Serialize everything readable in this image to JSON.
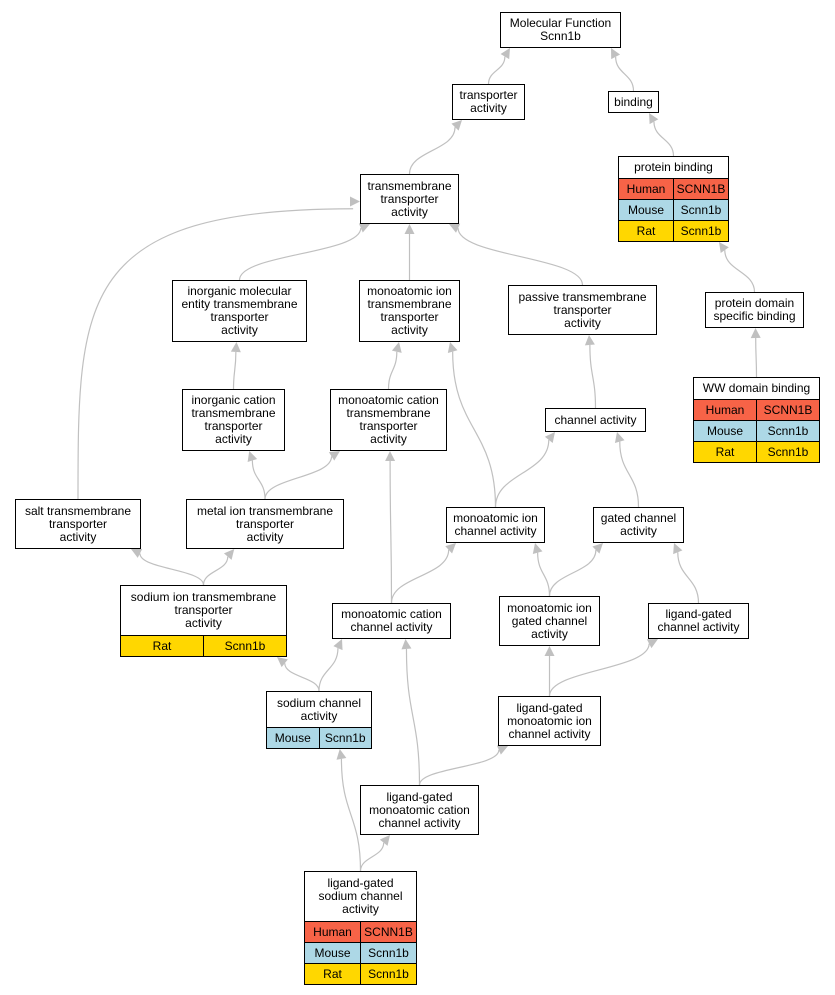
{
  "diagram": {
    "colors": {
      "edge": "#c0c0c0",
      "Human": "#f76347",
      "Mouse": "#add8e6",
      "Rat": "#ffd700"
    },
    "nodes": [
      {
        "id": "molecular-function",
        "lines": [
          "Molecular Function",
          "Scnn1b"
        ],
        "species": []
      },
      {
        "id": "transporter-activity",
        "lines": [
          "transporter",
          "activity"
        ],
        "species": []
      },
      {
        "id": "binding",
        "lines": [
          "binding"
        ],
        "species": []
      },
      {
        "id": "protein-binding",
        "lines": [
          "protein binding"
        ],
        "species": [
          [
            "Human",
            "SCNN1B"
          ],
          [
            "Mouse",
            "Scnn1b"
          ],
          [
            "Rat",
            "Scnn1b"
          ]
        ]
      },
      {
        "id": "transmembrane-transporter-activity",
        "lines": [
          "transmembrane",
          "transporter",
          "activity"
        ],
        "species": []
      },
      {
        "id": "inorganic-molecular-entity-tm-transporter",
        "lines": [
          "inorganic molecular",
          "entity transmembrane",
          "transporter",
          "activity"
        ],
        "species": []
      },
      {
        "id": "monoatomic-ion-tm-transporter",
        "lines": [
          "monoatomic ion",
          "transmembrane",
          "transporter",
          "activity"
        ],
        "species": []
      },
      {
        "id": "passive-tm-transporter",
        "lines": [
          "passive transmembrane",
          "transporter",
          "activity"
        ],
        "species": []
      },
      {
        "id": "protein-domain-specific-binding",
        "lines": [
          "protein domain",
          "specific binding"
        ],
        "species": []
      },
      {
        "id": "ww-domain-binding",
        "lines": [
          "WW domain binding"
        ],
        "species": [
          [
            "Human",
            "SCNN1B"
          ],
          [
            "Mouse",
            "Scnn1b"
          ],
          [
            "Rat",
            "Scnn1b"
          ]
        ]
      },
      {
        "id": "inorganic-cation-tm-transporter",
        "lines": [
          "inorganic cation",
          "transmembrane",
          "transporter",
          "activity"
        ],
        "species": []
      },
      {
        "id": "monoatomic-cation-tm-transporter",
        "lines": [
          "monoatomic cation",
          "transmembrane",
          "transporter",
          "activity"
        ],
        "species": []
      },
      {
        "id": "channel-activity",
        "lines": [
          "channel activity"
        ],
        "species": []
      },
      {
        "id": "salt-tm-transporter",
        "lines": [
          "salt transmembrane",
          "transporter",
          "activity"
        ],
        "species": []
      },
      {
        "id": "metal-ion-tm-transporter",
        "lines": [
          "metal ion transmembrane",
          "transporter",
          "activity"
        ],
        "species": []
      },
      {
        "id": "monoatomic-ion-channel",
        "lines": [
          "monoatomic ion",
          "channel activity"
        ],
        "species": []
      },
      {
        "id": "gated-channel",
        "lines": [
          "gated channel",
          "activity"
        ],
        "species": []
      },
      {
        "id": "sodium-ion-tm-transporter",
        "lines": [
          "sodium ion transmembrane",
          "transporter",
          "activity"
        ],
        "species": [
          [
            "Rat",
            "Scnn1b"
          ]
        ]
      },
      {
        "id": "monoatomic-cation-channel",
        "lines": [
          "monoatomic cation",
          "channel activity"
        ],
        "species": []
      },
      {
        "id": "monoatomic-ion-gated-channel",
        "lines": [
          "monoatomic ion",
          "gated channel",
          "activity"
        ],
        "species": []
      },
      {
        "id": "ligand-gated-channel",
        "lines": [
          "ligand-gated",
          "channel activity"
        ],
        "species": []
      },
      {
        "id": "sodium-channel",
        "lines": [
          "sodium channel",
          "activity"
        ],
        "species": [
          [
            "Mouse",
            "Scnn1b"
          ]
        ]
      },
      {
        "id": "ligand-gated-monoatomic-ion-channel",
        "lines": [
          "ligand-gated",
          "monoatomic ion",
          "channel activity"
        ],
        "species": []
      },
      {
        "id": "ligand-gated-monoatomic-cation-channel",
        "lines": [
          "ligand-gated",
          "monoatomic cation",
          "channel activity"
        ],
        "species": []
      },
      {
        "id": "ligand-gated-sodium-channel",
        "lines": [
          "ligand-gated",
          "sodium channel",
          "activity"
        ],
        "species": [
          [
            "Human",
            "SCNN1B"
          ],
          [
            "Mouse",
            "Scnn1b"
          ],
          [
            "Rat",
            "Scnn1b"
          ]
        ]
      }
    ],
    "edges": [
      [
        "transporter-activity",
        "molecular-function"
      ],
      [
        "binding",
        "molecular-function"
      ],
      [
        "protein-binding",
        "binding"
      ],
      [
        "transmembrane-transporter-activity",
        "transporter-activity"
      ],
      [
        "inorganic-molecular-entity-tm-transporter",
        "transmembrane-transporter-activity"
      ],
      [
        "monoatomic-ion-tm-transporter",
        "transmembrane-transporter-activity"
      ],
      [
        "passive-tm-transporter",
        "transmembrane-transporter-activity"
      ],
      [
        "salt-tm-transporter",
        "transmembrane-transporter-activity"
      ],
      [
        "protein-domain-specific-binding",
        "protein-binding"
      ],
      [
        "ww-domain-binding",
        "protein-domain-specific-binding"
      ],
      [
        "inorganic-cation-tm-transporter",
        "inorganic-molecular-entity-tm-transporter"
      ],
      [
        "monoatomic-cation-tm-transporter",
        "monoatomic-ion-tm-transporter"
      ],
      [
        "monoatomic-ion-channel",
        "monoatomic-ion-tm-transporter"
      ],
      [
        "channel-activity",
        "passive-tm-transporter"
      ],
      [
        "metal-ion-tm-transporter",
        "inorganic-cation-tm-transporter"
      ],
      [
        "metal-ion-tm-transporter",
        "monoatomic-cation-tm-transporter"
      ],
      [
        "monoatomic-cation-channel",
        "monoatomic-cation-tm-transporter"
      ],
      [
        "monoatomic-ion-channel",
        "channel-activity"
      ],
      [
        "gated-channel",
        "channel-activity"
      ],
      [
        "sodium-ion-tm-transporter",
        "salt-tm-transporter"
      ],
      [
        "sodium-ion-tm-transporter",
        "metal-ion-tm-transporter"
      ],
      [
        "monoatomic-cation-channel",
        "monoatomic-ion-channel"
      ],
      [
        "monoatomic-ion-gated-channel",
        "monoatomic-ion-channel"
      ],
      [
        "monoatomic-ion-gated-channel",
        "gated-channel"
      ],
      [
        "ligand-gated-channel",
        "gated-channel"
      ],
      [
        "sodium-channel",
        "sodium-ion-tm-transporter"
      ],
      [
        "sodium-channel",
        "monoatomic-cation-channel"
      ],
      [
        "ligand-gated-monoatomic-ion-channel",
        "monoatomic-ion-gated-channel"
      ],
      [
        "ligand-gated-monoatomic-ion-channel",
        "ligand-gated-channel"
      ],
      [
        "ligand-gated-monoatomic-cation-channel",
        "monoatomic-cation-channel"
      ],
      [
        "ligand-gated-monoatomic-cation-channel",
        "ligand-gated-monoatomic-ion-channel"
      ],
      [
        "ligand-gated-sodium-channel",
        "sodium-channel"
      ],
      [
        "ligand-gated-sodium-channel",
        "ligand-gated-monoatomic-cation-channel"
      ]
    ]
  }
}
